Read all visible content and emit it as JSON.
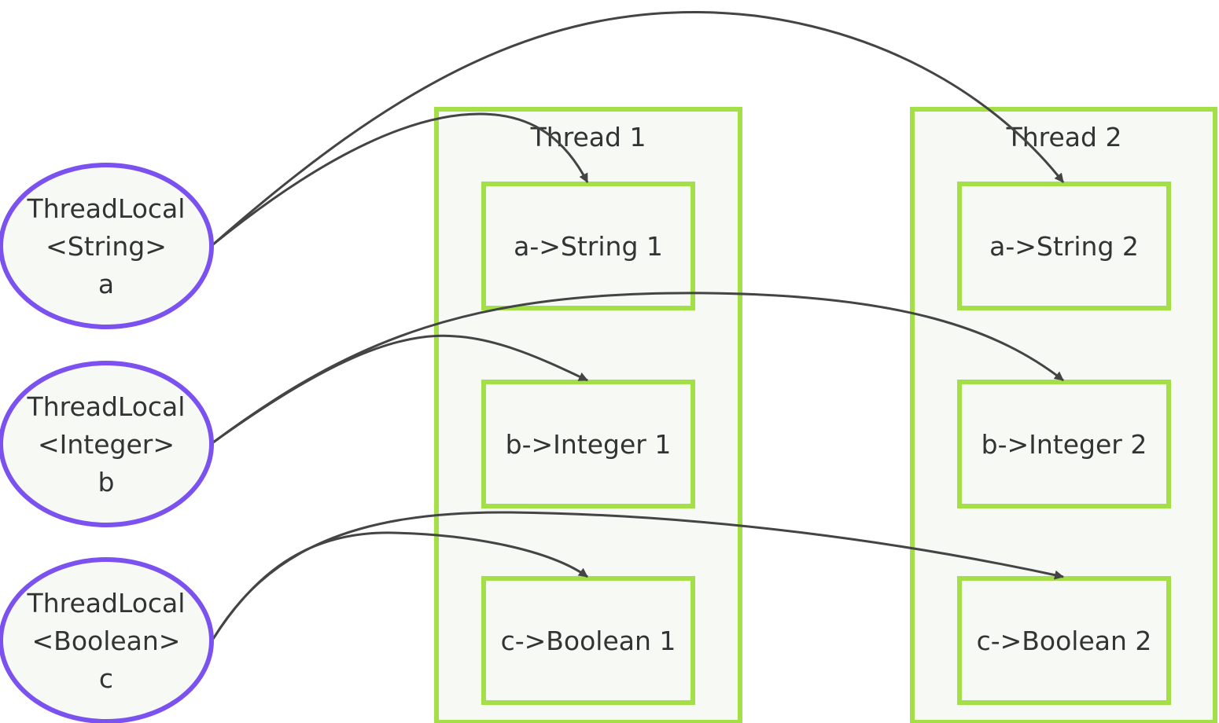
{
  "colors": {
    "ellipse_stroke": "#7b52f0",
    "box_stroke": "#a3e047",
    "node_fill": "#f7f9f5",
    "edge": "#444444",
    "text": "#333333"
  },
  "threadlocals": [
    {
      "lines": [
        "ThreadLocal",
        "<String>",
        "a"
      ]
    },
    {
      "lines": [
        "ThreadLocal",
        "<Integer>",
        "b"
      ]
    },
    {
      "lines": [
        "ThreadLocal",
        "<Boolean>",
        "c"
      ]
    }
  ],
  "threads": [
    {
      "title": "Thread 1",
      "entries": [
        "a->String 1",
        "b->Integer 1",
        "c->Boolean 1"
      ]
    },
    {
      "title": "Thread 2",
      "entries": [
        "a->String 2",
        "b->Integer 2",
        "c->Boolean 2"
      ]
    }
  ],
  "edges": [
    {
      "from": "threadlocal-0",
      "to": "thread-0-entry-0"
    },
    {
      "from": "threadlocal-0",
      "to": "thread-1-entry-0"
    },
    {
      "from": "threadlocal-1",
      "to": "thread-0-entry-1"
    },
    {
      "from": "threadlocal-1",
      "to": "thread-1-entry-1"
    },
    {
      "from": "threadlocal-2",
      "to": "thread-0-entry-2"
    },
    {
      "from": "threadlocal-2",
      "to": "thread-1-entry-2"
    }
  ]
}
